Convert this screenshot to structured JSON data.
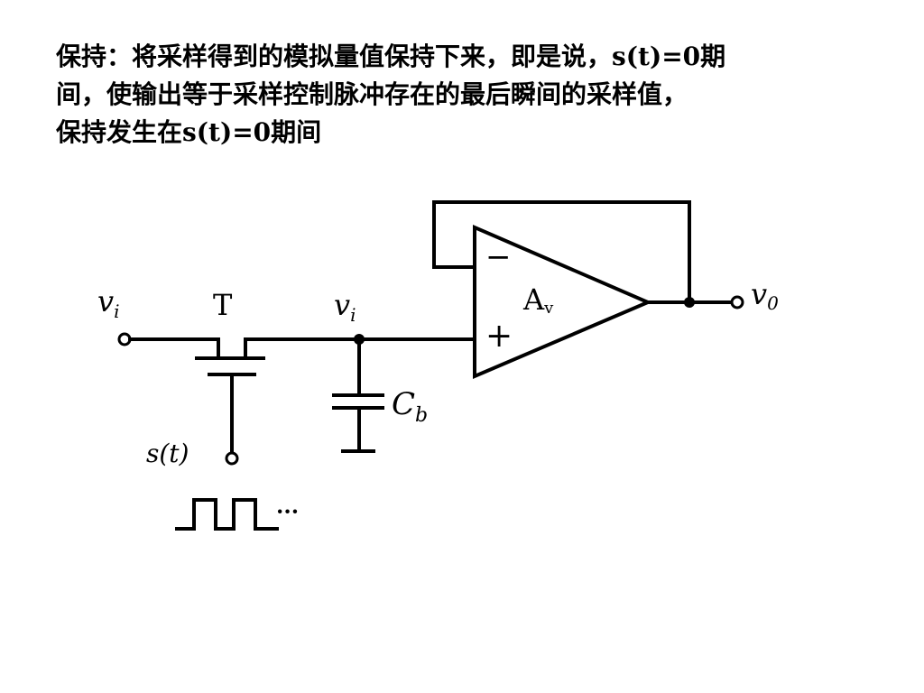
{
  "description_text": {
    "lines": [
      "保持：将采样得到的模拟量值保持下来，即是说，s(t)=0期",
      "间，使输出等于采样控制脉冲存在的最后瞬间的采样值，",
      "保持发生在s(t)=0期间"
    ]
  },
  "circuit": {
    "input_label": "v",
    "input_label_sub": "i",
    "switch_label": "T",
    "node_label": "v",
    "node_label_sub": "i",
    "capacitor_label": "C",
    "capacitor_label_sub": "b",
    "amp_label": "A",
    "amp_label_sub": "v",
    "inverting_sign": "−",
    "noninverting_sign": "+",
    "output_label": "v",
    "output_label_sub": "0",
    "control_label": "s(t)",
    "pulse_ellipsis": "···"
  }
}
